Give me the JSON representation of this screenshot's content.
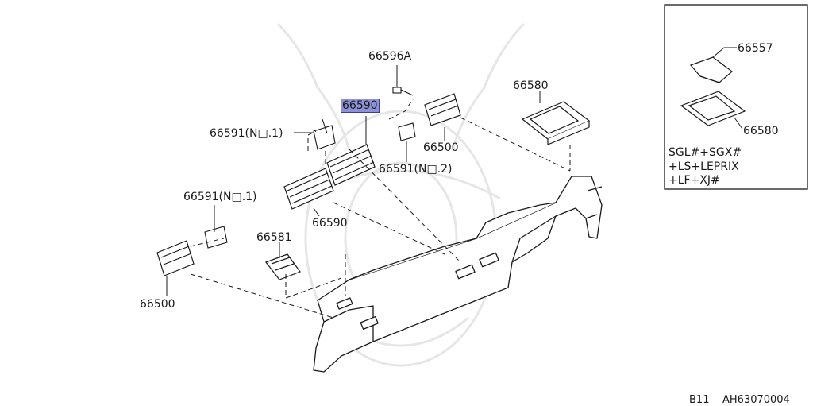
{
  "callouts": {
    "c66596a": "66596A",
    "c66590_top": "66590",
    "c66591_no1_top": "66591(N□.1)",
    "c66500_right": "66500",
    "c66591_no2": "66591(N□.2)",
    "c66580": "66580",
    "c66591_no1_left": "66591(N□.1)",
    "c66590_bottom": "66590",
    "c66581": "66581",
    "c66500_left": "66500"
  },
  "inset": {
    "c66557": "66557",
    "c66580": "66580",
    "note_line1": "SGL#+SGX#",
    "note_line2": "+LS+LEPRIX",
    "note_line3": "+LF+XJ#"
  },
  "footer": {
    "section": "B11",
    "code": "AH63070004"
  },
  "colors": {
    "highlight": "#8d92d8",
    "line": "#1a1a1a",
    "watermark": "#e8e8e8"
  }
}
